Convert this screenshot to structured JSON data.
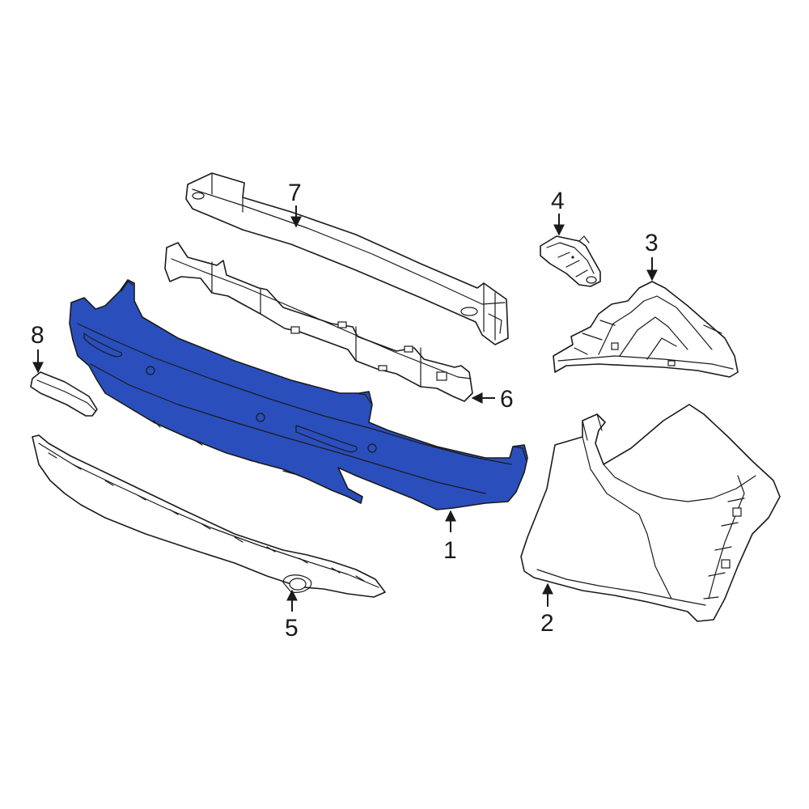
{
  "diagram": {
    "highlight_color": "#2a4fbd",
    "line_color": "#1a1a1a",
    "callouts": {
      "c1": "1",
      "c2": "2",
      "c3": "3",
      "c4": "4",
      "c5": "5",
      "c6": "6",
      "c7": "7",
      "c8": "8"
    }
  }
}
